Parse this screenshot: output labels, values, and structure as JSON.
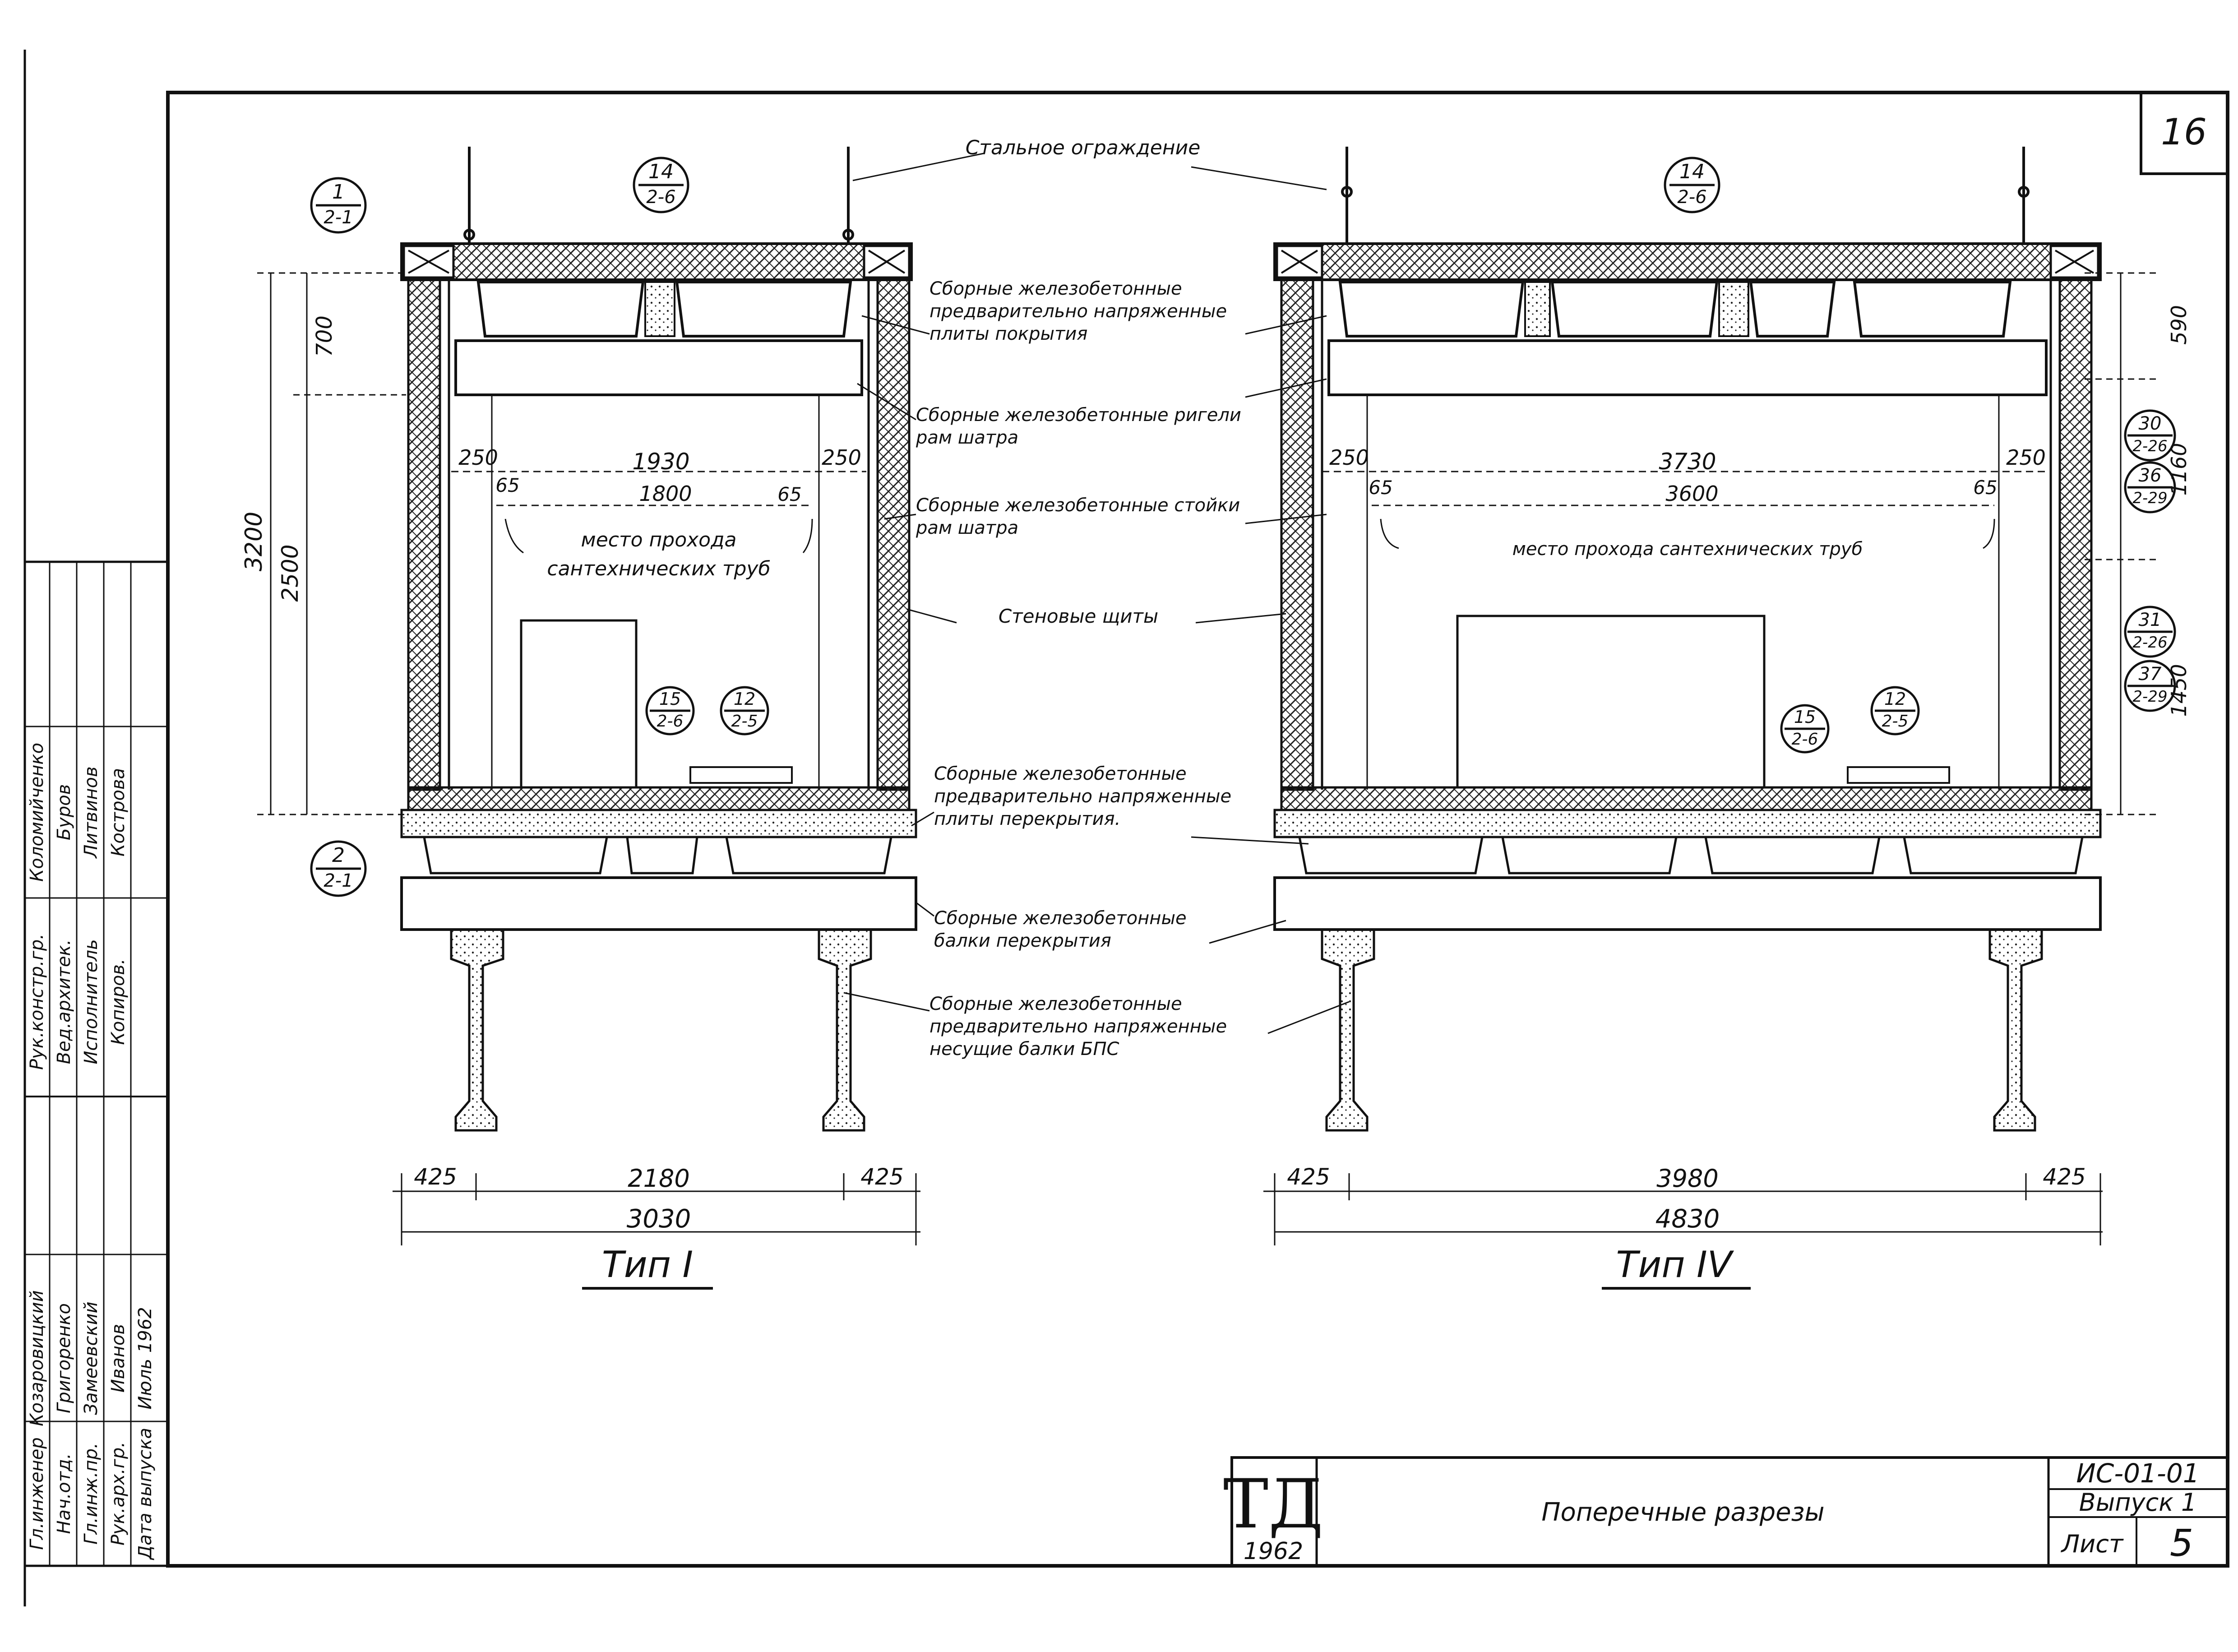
{
  "sheet": {
    "sheet_number_corner": "16",
    "drawing_title": "Поперечные разрезы",
    "series_code": "ИС-01-01",
    "issue": "Выпуск 1",
    "sheet_label": "Лист",
    "sheet_number": "5",
    "stamp_logo": "ТД",
    "stamp_year": "1962"
  },
  "approvals": {
    "rows": [
      [
        "Гл.инженер",
        "Козаровицкий"
      ],
      [
        "Нач.отд.",
        "Григоренко"
      ],
      [
        "Гл.инж.пр.",
        "Замеевский"
      ],
      [
        "Рук.арх.гр.",
        "Иванов"
      ],
      [
        "Дата выпуска",
        "Июль 1962"
      ]
    ],
    "rows2": [
      [
        "Рук.констр.гр.",
        "Коломийченко"
      ],
      [
        "Вед.архитек.",
        "Буров"
      ],
      [
        "Исполнитель",
        "Литвинов"
      ],
      [
        "Копиров.",
        "Кострова"
      ]
    ]
  },
  "callouts": {
    "steel_fence": "Стальное ограждение",
    "roof_slabs": "Сборные железобетонные предварительно напряженные плиты покрытия",
    "tent_beams": "Сборные железобетонные ригели рам шатра",
    "tent_posts": "Сборные железобетонные стойки рам шатра",
    "wall_panels": "Стеновые щиты",
    "floor_slabs": "Сборные железобетонные предварительно напряженные плиты перекрытия.",
    "floor_beams": "Сборные железобетонные балки перекрытия",
    "bearing_beams": "Сборные железобетонные предварительно напряженные несущие балки БПС"
  },
  "type1": {
    "title": "Тип I",
    "dim_700": "700",
    "dim_3200": "3200",
    "dim_2500": "2500",
    "dim_250_left": "250",
    "dim_1930": "1930",
    "dim_250_right": "250",
    "dim_65_left": "65",
    "dim_1800": "1800",
    "dim_65_right": "65",
    "pipe_passage": "место прохода сантехнических труб",
    "dim_425_left": "425",
    "dim_2180": "2180",
    "dim_425_right": "425",
    "dim_3030": "3030",
    "ref_1_2_1": [
      "1",
      "2-1"
    ],
    "ref_14_2_6": [
      "14",
      "2-6"
    ],
    "ref_15_2_6": [
      "15",
      "2-6"
    ],
    "ref_12_2_5": [
      "12",
      "2-5"
    ],
    "ref_2_2_1": [
      "2",
      "2-1"
    ]
  },
  "type4": {
    "title": "Тип IV",
    "dim_590": "590",
    "dim_1160": "1160",
    "dim_1450": "1450",
    "dim_250_left": "250",
    "dim_3730": "3730",
    "dim_250_right": "250",
    "dim_65_left": "65",
    "dim_3600": "3600",
    "dim_65_right": "65",
    "pipe_passage": "место прохода сантехнических труб",
    "dim_425_left": "425",
    "dim_3980": "3980",
    "dim_425_right": "425",
    "dim_4830": "4830",
    "ref_14_2_6": [
      "14",
      "2-6"
    ],
    "ref_30_2_26": [
      "30",
      "2-26"
    ],
    "ref_36_2_29": [
      "36",
      "2-29"
    ],
    "ref_31_2_26": [
      "31",
      "2-26"
    ],
    "ref_37_2_29": [
      "37",
      "2-29"
    ],
    "ref_15_2_6": [
      "15",
      "2-6"
    ],
    "ref_12_2_5": [
      "12",
      "2-5"
    ]
  }
}
